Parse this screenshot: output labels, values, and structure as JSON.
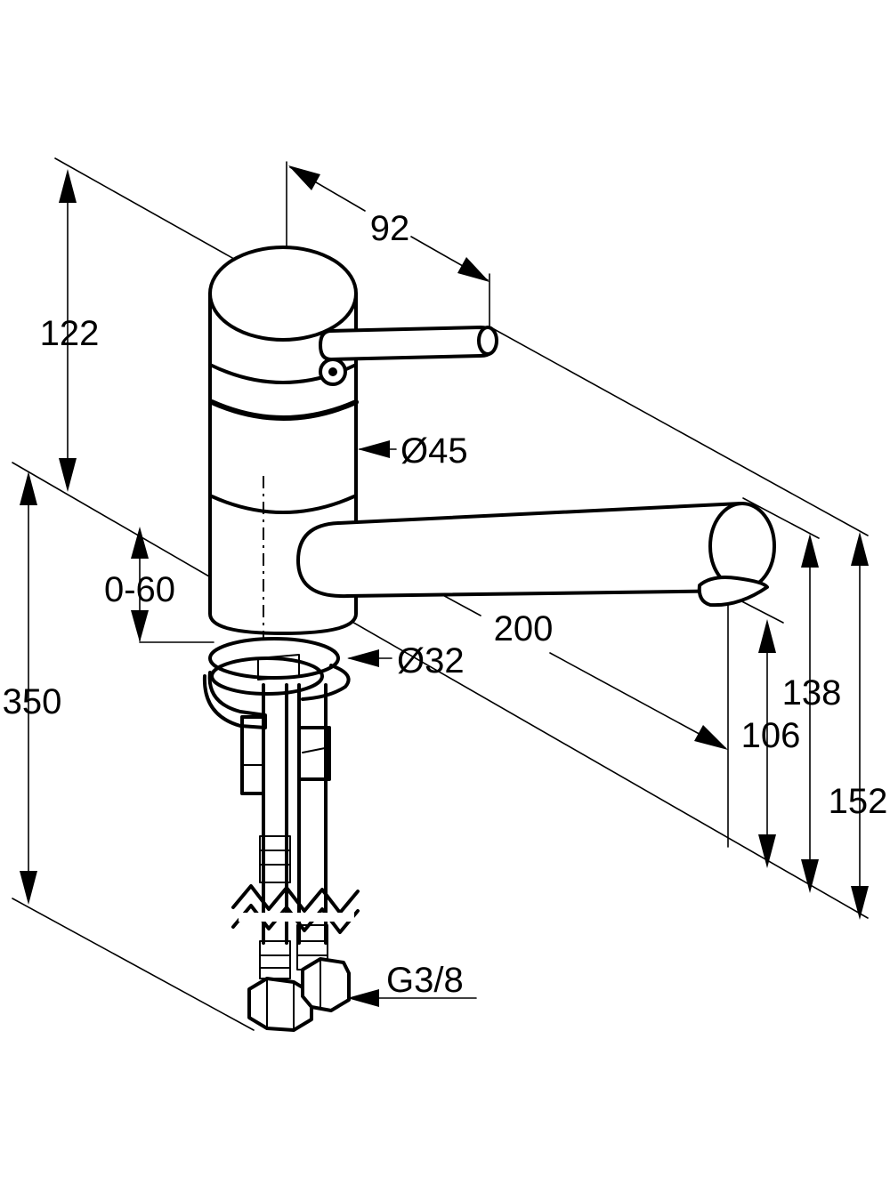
{
  "dimensions": {
    "lever_reach": "92",
    "body_height": "122",
    "body_diameter": "Ø45",
    "spout_reach": "200",
    "swivel_height": "0-60",
    "base_diameter": "Ø32",
    "connection_thread": "G3/8",
    "hose_length": "350",
    "spout_outlet_height": "106",
    "spout_top_height": "138",
    "overall_height": "152"
  }
}
